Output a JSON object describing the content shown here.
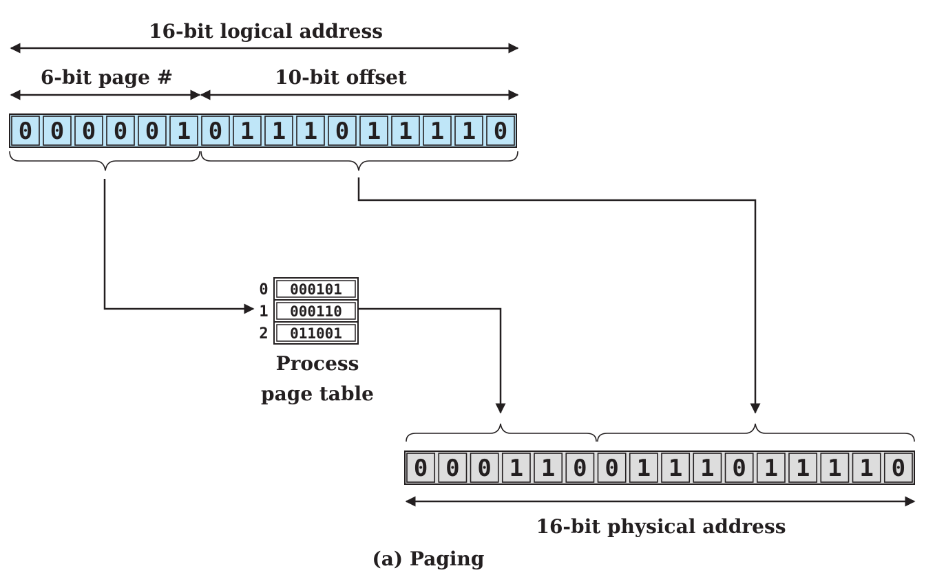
{
  "labels": {
    "logical_address": "16-bit logical address",
    "page_number": "6-bit page #",
    "offset": "10-bit offset",
    "page_table_line1": "Process",
    "page_table_line2": "page table",
    "physical_address": "16-bit physical address",
    "caption": "(a) Paging"
  },
  "logical_bits": [
    "0",
    "0",
    "0",
    "0",
    "0",
    "1",
    "0",
    "1",
    "1",
    "1",
    "0",
    "1",
    "1",
    "1",
    "1",
    "0"
  ],
  "physical_bits": [
    "0",
    "0",
    "0",
    "1",
    "1",
    "0",
    "0",
    "1",
    "1",
    "1",
    "0",
    "1",
    "1",
    "1",
    "1",
    "0"
  ],
  "page_table": {
    "indices": [
      "0",
      "1",
      "2"
    ],
    "entries": [
      "000101",
      "000110",
      "011001"
    ]
  },
  "colors": {
    "logical_fill": "#bfe6f8",
    "physical_fill": "#dddddd",
    "ink": "#231f20"
  }
}
